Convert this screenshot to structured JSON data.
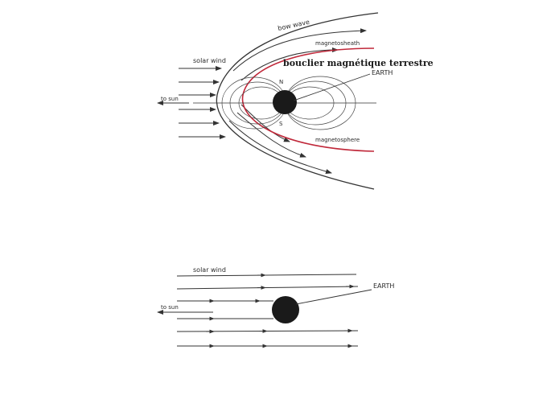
{
  "top": {
    "labels": {
      "bow_wave": "bow wave",
      "magnetosheath": "magnetosheath",
      "shield": "bouclier magnétique terrestre",
      "earth": "EARTH",
      "solar_wind": "solar wind",
      "to_sun": "to sun",
      "north": "N",
      "south": "S",
      "magnetosphere": "magnetosphere"
    }
  },
  "bottom": {
    "labels": {
      "solar_wind": "solar wind",
      "earth": "EARTH",
      "to_sun": "to sun"
    }
  },
  "colors": {
    "ink": "#333333",
    "shield_line": "#c0283a",
    "earth": "#1a1a1a"
  }
}
